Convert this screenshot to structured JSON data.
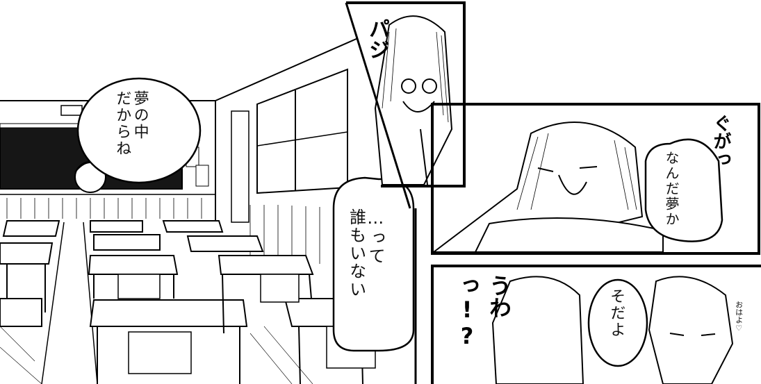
{
  "page": {
    "title": "",
    "panels": [
      {
        "id": "classroom",
        "balloons": [
          {
            "lines": [
              "夢の中",
              "だからね"
            ]
          },
          {
            "lines": [
              "…って",
              "誰もいない"
            ]
          }
        ]
      },
      {
        "id": "wake-up-shock",
        "sfx": [
          "パジ"
        ]
      },
      {
        "id": "waking-at-desk",
        "sfx": [
          "ぐがっ"
        ],
        "balloons": [
          {
            "lines": [
              "なんだ夢か"
            ]
          }
        ]
      },
      {
        "id": "greeting",
        "sfx": [
          "うわっ!?"
        ],
        "balloons": [
          {
            "lines": [
              "そだよ"
            ]
          }
        ],
        "small_text": [
          "おはよ♡"
        ]
      }
    ]
  },
  "colors": {
    "ink": "#111111",
    "paper": "#ffffff",
    "blackboard": "#161616"
  }
}
